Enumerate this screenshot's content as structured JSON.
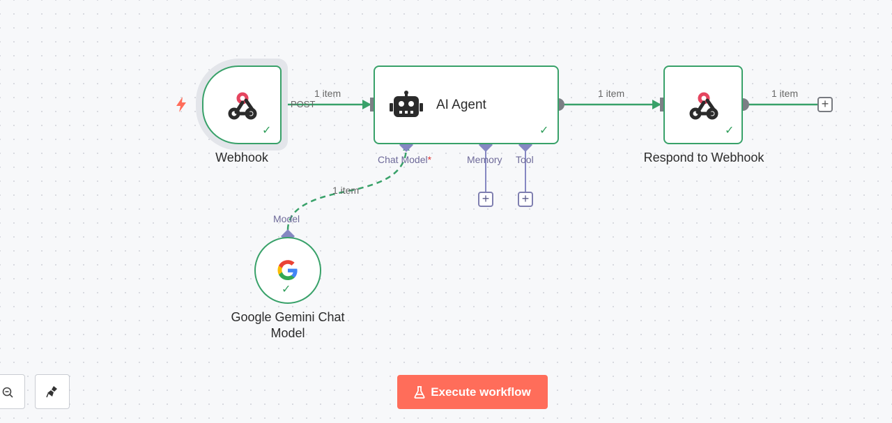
{
  "colors": {
    "success": "#38a169",
    "sub_handle": "#8587c2",
    "accent": "#ff6d5a",
    "webhook_pink": "#e5455f"
  },
  "nodes": {
    "webhook": {
      "label": "Webhook",
      "output_label": "POST",
      "icon": "webhook-icon",
      "status": "success"
    },
    "agent": {
      "label": "AI Agent",
      "icon": "robot-icon",
      "status": "success",
      "handles": {
        "chat_model": "Chat Model",
        "chat_model_required": "*",
        "memory": "Memory",
        "tool": "Tool"
      }
    },
    "respond": {
      "label": "Respond to Webhook",
      "icon": "webhook-icon",
      "status": "success"
    },
    "gemini": {
      "label_line1": "Google Gemini Chat",
      "label_line2": "Model",
      "handle": "Model",
      "icon": "google-icon",
      "status": "success"
    }
  },
  "edges": {
    "webhook_to_agent": "1 item",
    "agent_to_respond": "1 item",
    "respond_out": "1 item",
    "gemini_to_agent": "1 item"
  },
  "toolbar": {
    "execute_label": "Execute workflow"
  }
}
